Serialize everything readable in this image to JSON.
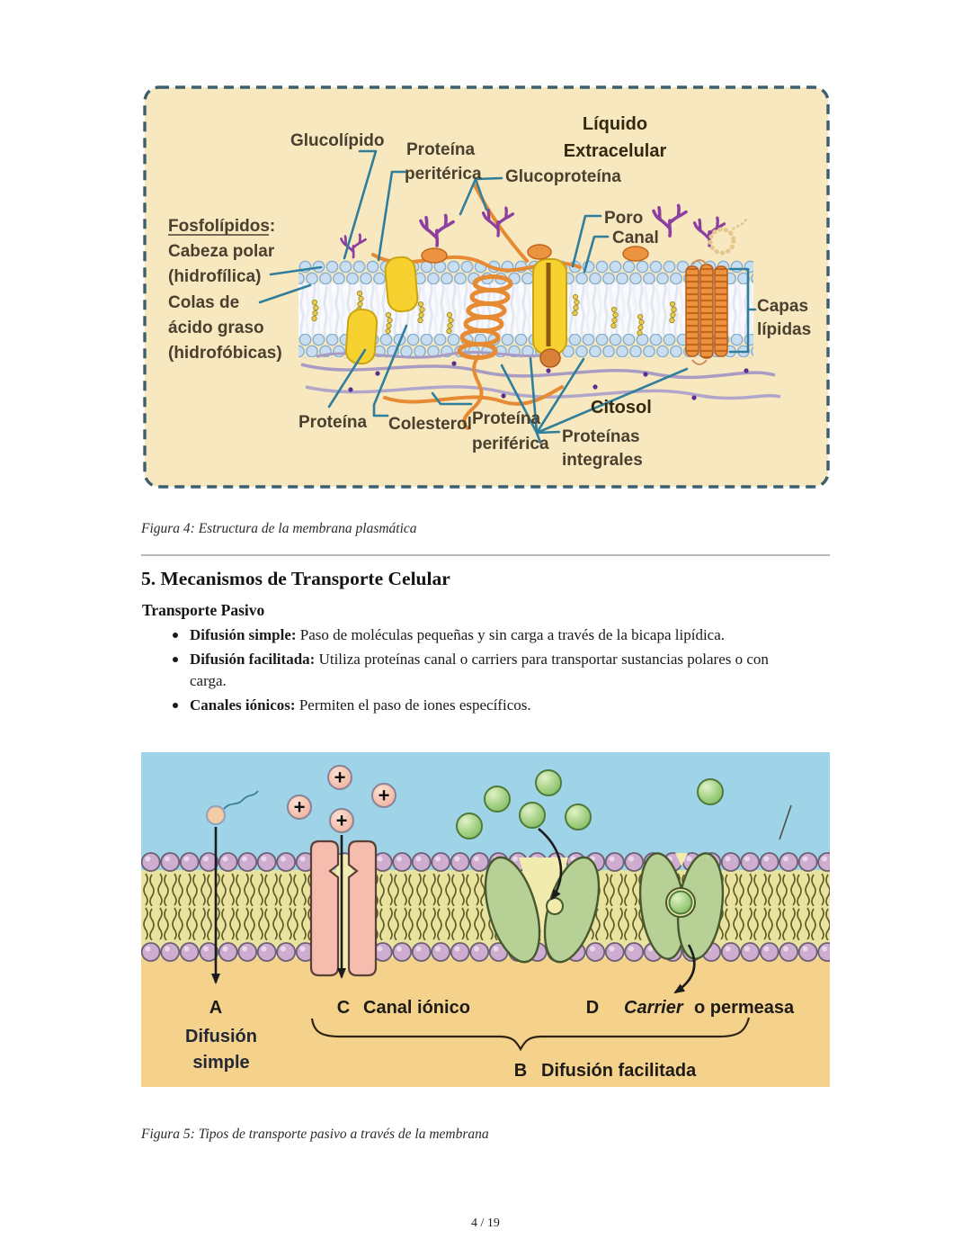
{
  "page": {
    "footer": "4 / 19"
  },
  "colors": {
    "figure4_bg": "#f8e8bf",
    "figure4_border": "#3b5f6e",
    "leader_line": "#2f7e9c",
    "sky_blue": "#9fd3e8",
    "cytosol_tan": "#f5d28c",
    "tail_band": "#eae39f",
    "lipid_head_lavender": "#cfadd0",
    "channel_pink": "#f6bcae",
    "carrier_green": "#b7d096",
    "protein_yellow": "#f6d12f",
    "protein_orange": "#e68a34"
  },
  "figure4": {
    "caption": "Figura 4: Estructura de la membrana plasmática",
    "labels": {
      "glucolipido": "Glucolípido",
      "proteina_top_1": "Proteína",
      "proteina_top_2": "peritérica",
      "glucoproteina": "Glucoproteína",
      "liquido_1": "Líquido",
      "liquido_2": "Extracelular",
      "poro": "Poro",
      "canal": "Canal",
      "fosfolipidos": "Fosfolípidos:",
      "cabeza_polar": "Cabeza polar",
      "hidrofilica": "(hidrofílica)",
      "colas_de": "Colas de",
      "acido_graso": "ácido graso",
      "hidrofobicas": "(hidrofóbicas)",
      "capas": "Capas",
      "lipidas": "lípidas",
      "proteina_bottom": "Proteína",
      "colesterol": "Colesterol",
      "periferica_1": "Proteína",
      "periferica_2": "periférica",
      "citosol": "Citosol",
      "proteinas": "Proteínas",
      "integrales": "integrales"
    }
  },
  "section": {
    "heading": "5. Mecanismos de Transporte Celular",
    "subheading": "Transporte Pasivo",
    "bullets": [
      {
        "lead": "Difusión simple:",
        "text": " Paso de moléculas pequeñas y sin carga a través de la bicapa lipídica."
      },
      {
        "lead": "Difusión facilitada:",
        "text": " Utiliza proteínas canal o carriers para transportar sustancias polares o con carga."
      },
      {
        "lead": "Canales iónicos:",
        "text": " Permiten el paso de iones específicos."
      }
    ]
  },
  "figure5": {
    "caption": "Figura 5: Tipos de transporte pasivo a través de la membrana",
    "labels": {
      "a": "A",
      "difusion": "Difusión",
      "simple": "simple",
      "c": "C",
      "canal_ionico": "Canal iónico",
      "d": "D",
      "carrier": "Carrier",
      "o_permeasa": "o permeasa",
      "b": "B",
      "difusion_facilitada": "Difusión facilitada",
      "ion_plus": "+"
    }
  }
}
